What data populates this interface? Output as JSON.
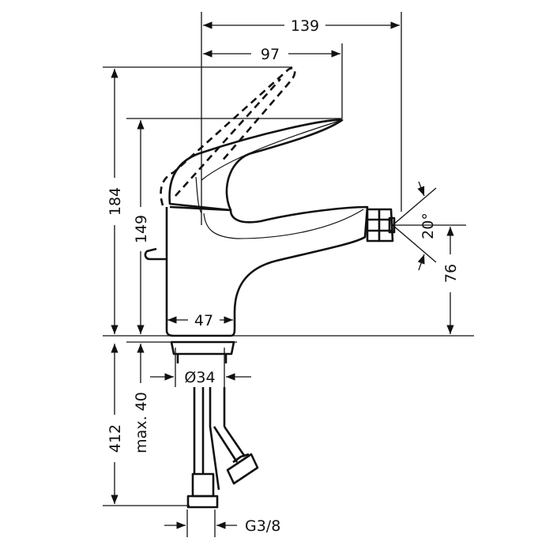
{
  "dimensions": {
    "total_width": "139",
    "lever_reach": "97",
    "total_height_lever_up": "184",
    "total_height": "149",
    "outlet_height": "76",
    "spray_angle": "20°",
    "body_width": "47",
    "base_diameter": "Ø34",
    "hose_length": "412",
    "max_deck_thickness": "max. 40",
    "connection_thread": "G3/8"
  }
}
